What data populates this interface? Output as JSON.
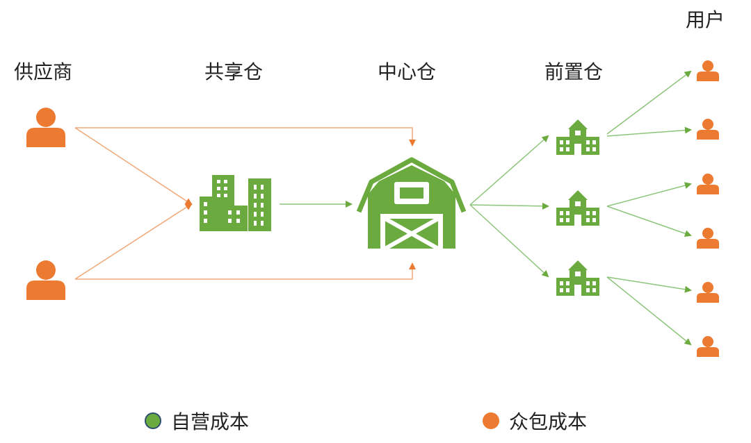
{
  "labels": {
    "supplier": "供应商",
    "shared_warehouse": "共享仓",
    "central_warehouse": "中心仓",
    "front_warehouse": "前置仓",
    "user": "用户"
  },
  "legend": [
    {
      "label": "自营成本",
      "color": "#6aaa3e"
    },
    {
      "label": "众包成本",
      "color": "#ec7a30"
    }
  ],
  "colors": {
    "orange": "#ec7a30",
    "green": "#6aaa3e",
    "orange_line": "#f0a878",
    "green_line": "#8cc57a"
  }
}
